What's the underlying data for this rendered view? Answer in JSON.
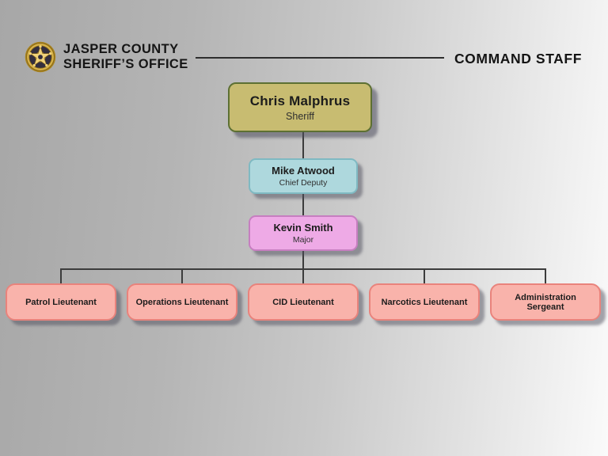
{
  "header": {
    "org_name_line1": "JASPER COUNTY",
    "org_name_line2": "SHERIFF’S OFFICE",
    "page_title": "COMMAND STAFF",
    "badge_icon": "sheriff-star-badge"
  },
  "chart": {
    "type": "org-chart",
    "sheriff": {
      "name": "Chris Malphrus",
      "title": "Sheriff"
    },
    "chief_deputy": {
      "name": "Mike Atwood",
      "title": "Chief Deputy"
    },
    "major": {
      "name": "Kevin Smith",
      "title": "Major"
    },
    "units": [
      {
        "label": "Patrol Lieutenant"
      },
      {
        "label": "Operations Lieutenant"
      },
      {
        "label": "CID Lieutenant"
      },
      {
        "label": "Narcotics Lieutenant"
      },
      {
        "label": "Administration Sergeant"
      }
    ]
  },
  "colors": {
    "background_left": "#a7a7a7",
    "background_right": "#fafafa",
    "sheriff_fill": "#c8bc71",
    "sheriff_border": "#5d7033",
    "chief_deputy_fill": "#aed8dd",
    "chief_deputy_border": "#7fb9c2",
    "major_fill": "#eeaae6",
    "major_border": "#c67ec0",
    "unit_fill": "#f9b3ab",
    "unit_border": "#e9837c",
    "connector": "#3c3c3c",
    "badge_gold": "#c9a43c"
  }
}
